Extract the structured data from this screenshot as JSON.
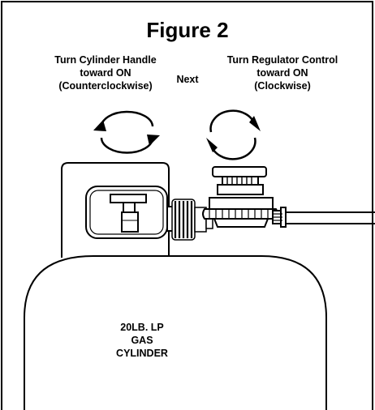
{
  "figure": {
    "title": "Figure 2",
    "step1": {
      "line1": "Turn Cylinder Handle",
      "line2": "toward ON",
      "line3": "(Counterclockwise)"
    },
    "connector": "Next",
    "step2": {
      "line1": "Turn Regulator Control",
      "line2": "toward ON",
      "line3": "(Clockwise)"
    },
    "cylinder_label": {
      "line1": "20LB. LP",
      "line2": "GAS",
      "line3": "CYLINDER"
    }
  },
  "icons": [
    "counterclockwise-arrows-icon",
    "clockwise-arrows-icon"
  ],
  "colors": {
    "ink": "#000000",
    "background": "#ffffff"
  }
}
